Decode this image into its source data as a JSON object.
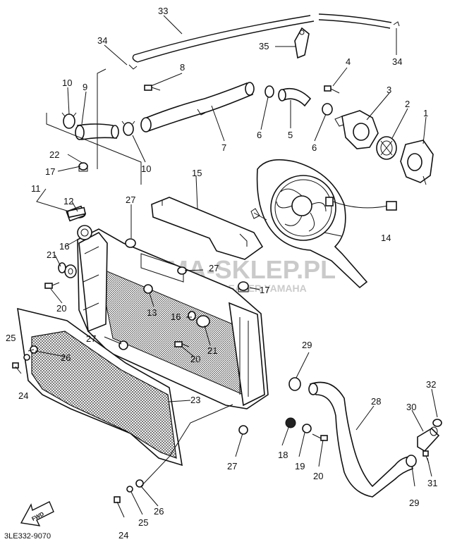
{
  "diagram": {
    "code": "3LE332-9070",
    "watermark_text": "YAMA-SKLEP.PL",
    "watermark_subtext": "AUTORYZOWANY DEALER YAMAHA",
    "fwd_label": "FWD",
    "labels": {
      "n1": "1",
      "n2": "2",
      "n3": "3",
      "n4": "4",
      "n5": "5",
      "n6a": "6",
      "n6b": "6",
      "n7": "7",
      "n8": "8",
      "n9": "9",
      "n10a": "10",
      "n10b": "10",
      "n11": "11",
      "n12": "12",
      "n13": "13",
      "n14": "14",
      "n15": "15",
      "n16a": "16",
      "n16b": "16",
      "n17a": "17",
      "n17b": "17",
      "n18": "18",
      "n19": "19",
      "n20a": "20",
      "n20b": "20",
      "n20c": "20",
      "n21a": "21",
      "n21b": "21",
      "n22": "22",
      "n23": "23",
      "n24a": "24",
      "n24b": "24",
      "n25a": "25",
      "n25b": "25",
      "n26a": "26",
      "n26b": "26",
      "n27a": "27",
      "n27b": "27",
      "n27c": "27",
      "n27d": "27",
      "n28": "28",
      "n29a": "29",
      "n29b": "29",
      "n30": "30",
      "n31": "31",
      "n32": "32",
      "n33": "33",
      "n34a": "34",
      "n34b": "34",
      "n35": "35"
    }
  }
}
